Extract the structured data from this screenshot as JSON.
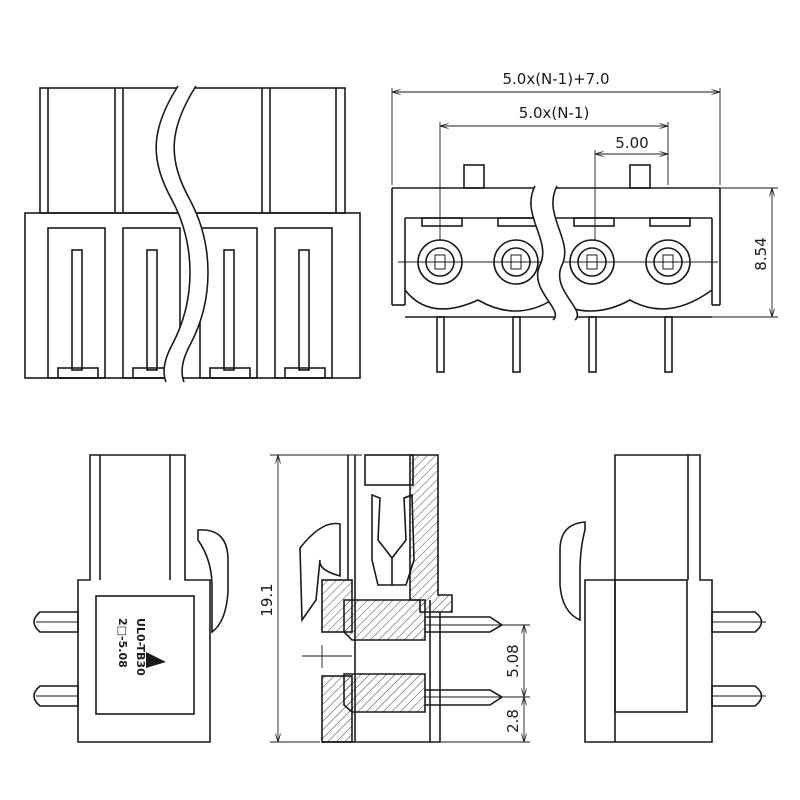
{
  "dimensions": {
    "overall_width": "5.0x(N-1)+7.0",
    "pitch_span": "5.0x(N-1)",
    "pitch": "5.00",
    "height": "8.54",
    "side_height": "19.1",
    "pin_spacing": "5.08",
    "pin_offset": "2.8"
  },
  "marking": {
    "line1": "UL0-TB30",
    "line2": "2□-5.08"
  },
  "colors": {
    "line": "#1a1a1a",
    "background": "#ffffff"
  }
}
